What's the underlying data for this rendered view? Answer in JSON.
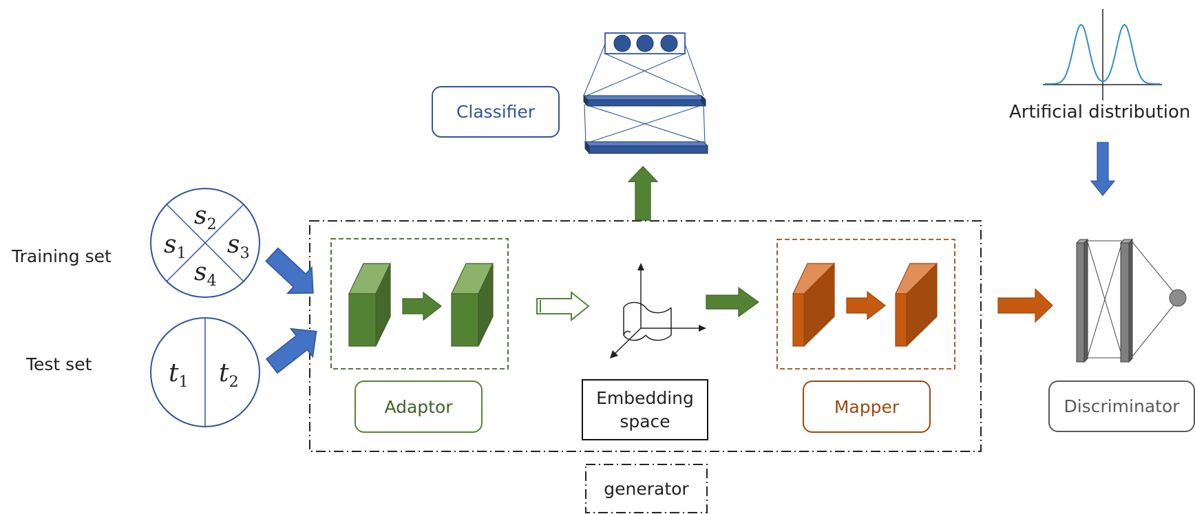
{
  "labels": {
    "training_set": "Training set",
    "test_set": "Test set",
    "classifier": "Classifier",
    "artificial_distribution": "Artificial distribution",
    "adaptor": "Adaptor",
    "embedding_space_line1": "Embedding",
    "embedding_space_line2": "space",
    "mapper": "Mapper",
    "discriminator": "Discriminator",
    "generator": "generator"
  },
  "training_subsets": [
    {
      "letter": "s",
      "index": "2"
    },
    {
      "letter": "s",
      "index": "1"
    },
    {
      "letter": "s",
      "index": "3"
    },
    {
      "letter": "s",
      "index": "4"
    }
  ],
  "test_subsets": [
    {
      "letter": "t",
      "index": "1"
    },
    {
      "letter": "t",
      "index": "2"
    }
  ],
  "colors": {
    "adaptor_green": "#548235",
    "adaptor_dark": "#3f6126",
    "mapper_orange": "#c55a11",
    "mapper_dark": "#9c470e",
    "classifier_blue": "#2f5597",
    "input_arrow_blue": "#4472c4",
    "circle_blue": "#2f5597",
    "discriminator_gray": "#7f7f7f",
    "curve_blue": "#2e8bd0"
  },
  "icons": [
    "arrow-right-icon",
    "arrow-up-icon",
    "arrow-down-icon",
    "outline-arrow-icon",
    "3d-axes-icon",
    "gaussian-curve-icon"
  ]
}
